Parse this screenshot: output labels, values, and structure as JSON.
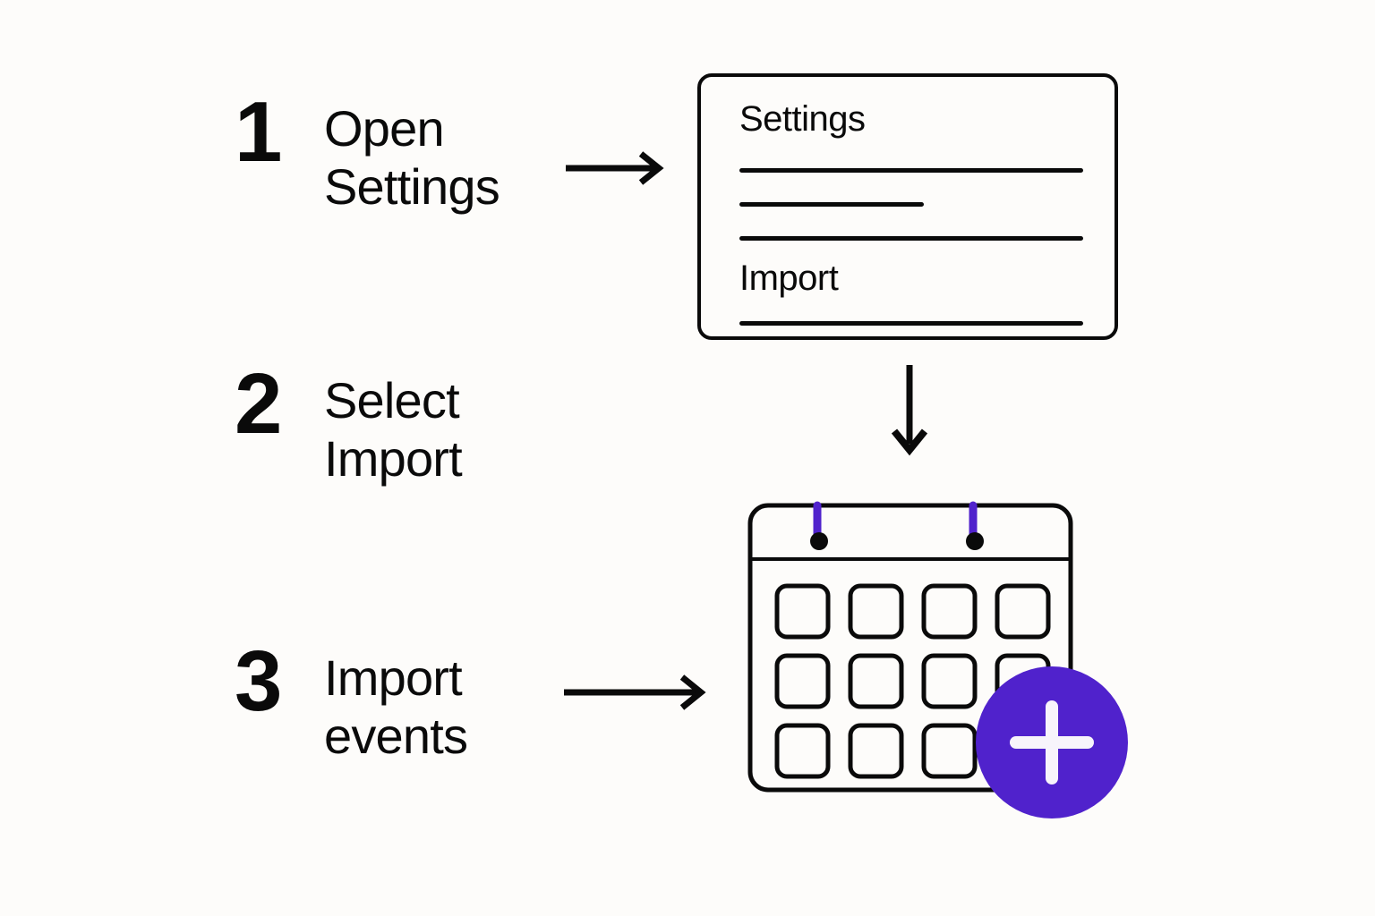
{
  "page": {
    "background_color": "#fdfcfa",
    "ink_color": "#0a0a0a",
    "accent_color": "#5022cc",
    "title": "Import events steps"
  },
  "steps": [
    {
      "number": "1",
      "label": "Open\nSettings"
    },
    {
      "number": "2",
      "label": "Select\nImport"
    },
    {
      "number": "3",
      "label": "Import\nevents"
    }
  ],
  "settings_card": {
    "heading": "Settings",
    "section_label": "Import",
    "rows": [
      {
        "name": "row-full-1",
        "width_pct": 100
      },
      {
        "name": "row-short",
        "width_pct": 54
      },
      {
        "name": "row-full-2",
        "width_pct": 100
      },
      {
        "name": "row-full-3",
        "width_pct": 100
      }
    ]
  },
  "calendar": {
    "binding_rings": 2,
    "ring_color": "#5022cc",
    "grid_columns": 4,
    "grid_rows": 3,
    "cell_count": 12
  },
  "add_badge": {
    "icon": "plus-icon",
    "color": "#5022cc",
    "glyph_color": "#f7f4fb"
  },
  "arrows": [
    {
      "name": "arrow-step1-to-card",
      "direction": "right"
    },
    {
      "name": "arrow-card-to-calendar",
      "direction": "down"
    },
    {
      "name": "arrow-step3-to-calendar",
      "direction": "right"
    }
  ]
}
